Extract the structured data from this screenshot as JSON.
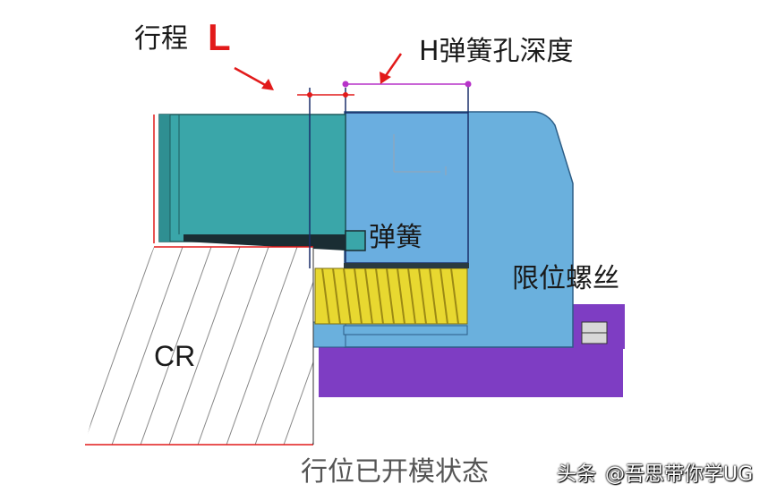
{
  "labels": {
    "stroke": "行程",
    "stroke_symbol": "L",
    "spring_hole_depth": "H弹簧孔深度",
    "spring": "弹簧",
    "limit_screw": "限位螺丝",
    "cr": "CR",
    "state": "行位已开模状态"
  },
  "watermark": {
    "source": "头条",
    "author": "@吾思带你学UG",
    "ghost_text": "UG"
  },
  "colors": {
    "slider_block": "#3aa6a9",
    "mold_body": "#6ab0dd",
    "base_plate": "#7e3dc3",
    "spring": "#e8d830",
    "dimension_line": "#b733c9",
    "arrow": "#e21a1a",
    "cr_hatch": "#888888"
  }
}
